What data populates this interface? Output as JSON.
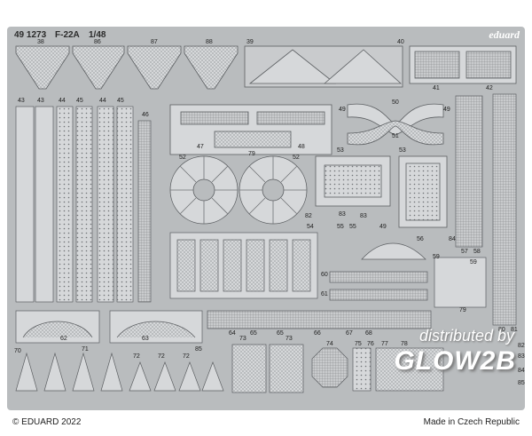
{
  "header": {
    "set_number": "49 1273",
    "model": "F-22A",
    "scale": "1/48",
    "brand": "eduard"
  },
  "footer": {
    "copyright": "© EDUARD 2022",
    "origin": "Made in Czech Republic"
  },
  "watermark": {
    "line1": "distributed by",
    "line2": "GLOW2B"
  },
  "colors": {
    "fret": "#b9bcbe",
    "part": "#d6d8da",
    "outline": "#5c5f62",
    "text": "#1e1e1e"
  },
  "part_numbers": [
    "38",
    "86",
    "87",
    "88",
    "39",
    "40",
    "41",
    "42",
    "43",
    "43",
    "44",
    "45",
    "44",
    "45",
    "46",
    "47",
    "48",
    "49",
    "50",
    "49",
    "51",
    "52",
    "79",
    "52",
    "53",
    "53",
    "82",
    "83",
    "83",
    "55",
    "55",
    "54",
    "49",
    "56",
    "84",
    "57",
    "58",
    "59",
    "59",
    "60",
    "61",
    "62",
    "63",
    "64",
    "65",
    "65",
    "66",
    "67",
    "68",
    "73",
    "73",
    "74",
    "75",
    "76",
    "77",
    "78",
    "79",
    "80",
    "81",
    "70",
    "71",
    "72",
    "72",
    "72",
    "85",
    "82",
    "83",
    "84",
    "85"
  ]
}
